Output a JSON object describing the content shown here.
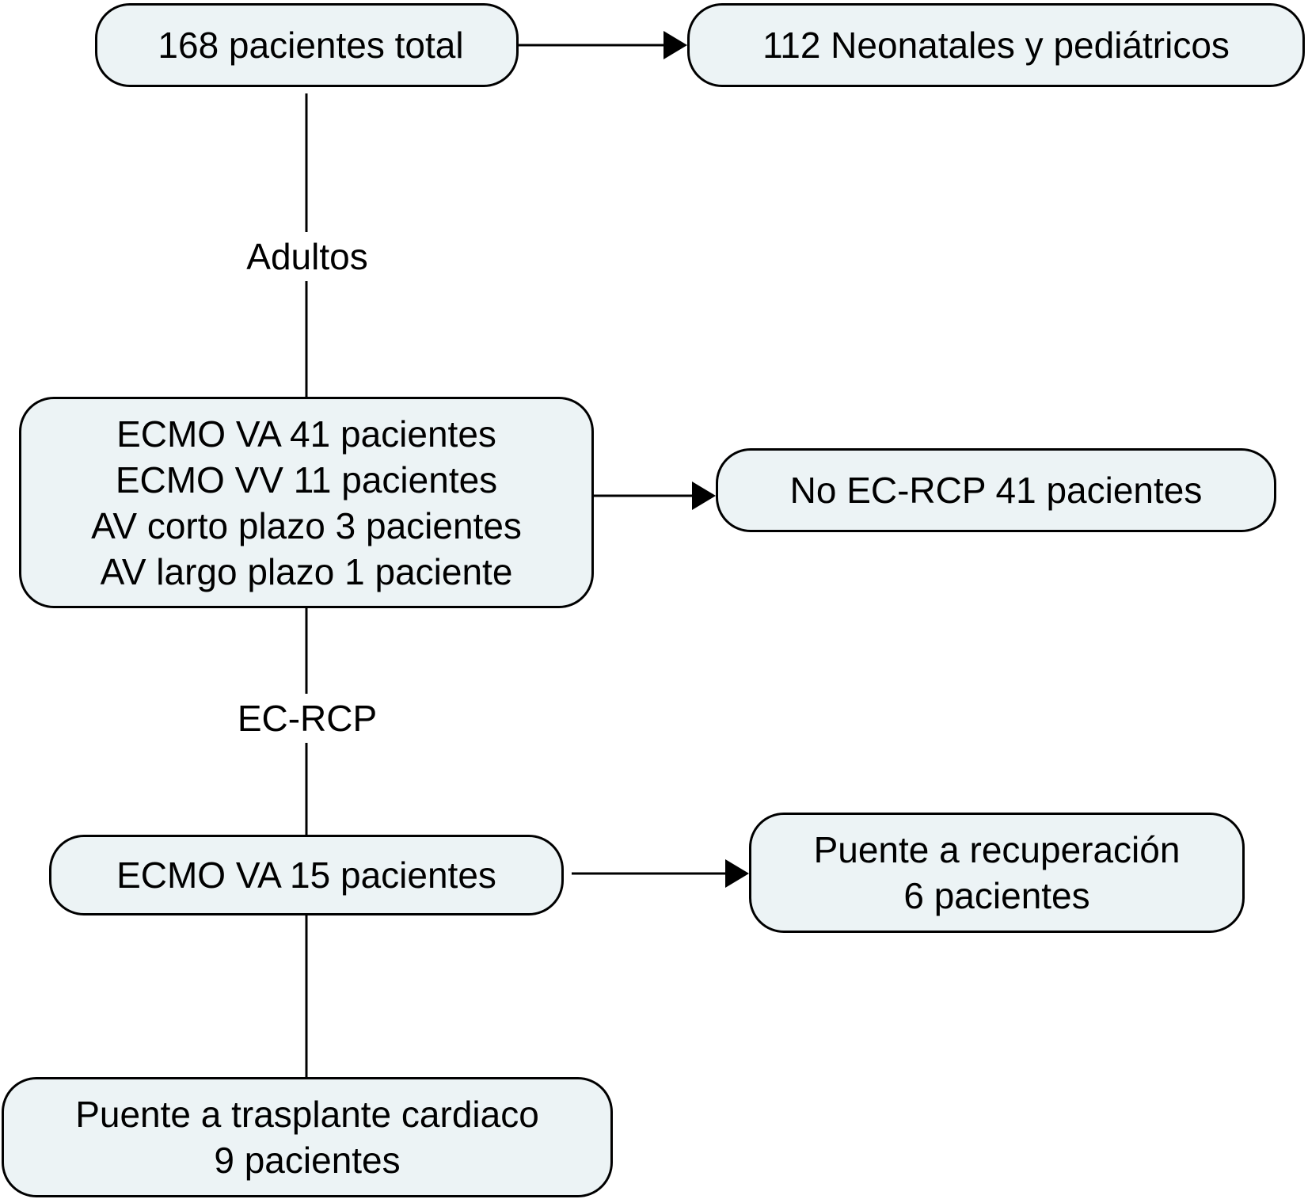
{
  "diagram": {
    "nodes": {
      "total": {
        "lines": [
          "168 pacientes total"
        ]
      },
      "neonatal_pediatric": {
        "lines": [
          "112 Neonatales y pediátricos"
        ]
      },
      "adults_breakdown": {
        "lines": [
          "ECMO VA 41 pacientes",
          "ECMO VV 11 pacientes",
          "AV corto plazo 3 pacientes",
          "AV largo plazo 1 paciente"
        ]
      },
      "no_ecrcp": {
        "lines": [
          "No EC-RCP 41 pacientes"
        ]
      },
      "ecmo_va_15": {
        "lines": [
          "ECMO VA 15 pacientes"
        ]
      },
      "bridge_recovery": {
        "lines": [
          "Puente a recuperación",
          "6 pacientes"
        ]
      },
      "bridge_transplant": {
        "lines": [
          "Puente a trasplante cardiaco",
          "9 pacientes"
        ]
      }
    },
    "edge_labels": {
      "adults": "Adultos",
      "ec_rcp": "EC-RCP"
    },
    "colors": {
      "box_fill": "#ecf3f5",
      "stroke": "#000000",
      "background": "#ffffff"
    }
  }
}
